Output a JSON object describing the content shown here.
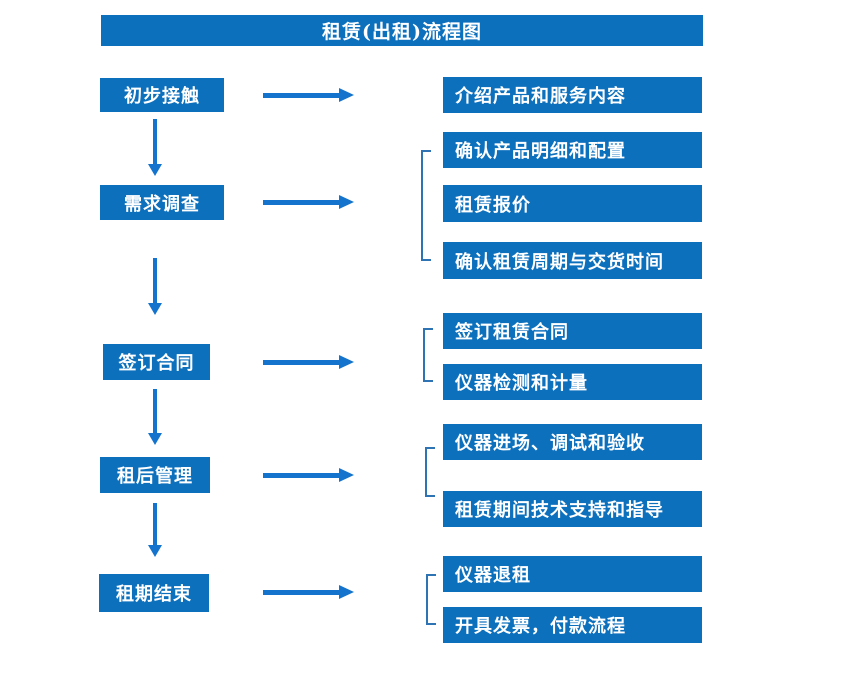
{
  "title": "租赁(出租)流程图",
  "colors": {
    "box_blue": "#0d70bd",
    "arrow_blue": "#1373cd",
    "bracket_blue": "#2e74b5",
    "text": "#ffffff",
    "background": "#ffffff"
  },
  "stages": [
    {
      "label": "初步接触",
      "details": [
        "介绍产品和服务内容"
      ]
    },
    {
      "label": "需求调查",
      "details": [
        "确认产品明细和配置",
        "租赁报价",
        "确认租赁周期与交货时间"
      ]
    },
    {
      "label": "签订合同",
      "details": [
        "签订租赁合同",
        "仪器检测和计量"
      ]
    },
    {
      "label": "租后管理",
      "details": [
        "仪器进场、调试和验收",
        "租赁期间技术支持和指导"
      ]
    },
    {
      "label": "租期结束",
      "details": [
        "仪器退租",
        "开具发票，付款流程"
      ]
    }
  ]
}
